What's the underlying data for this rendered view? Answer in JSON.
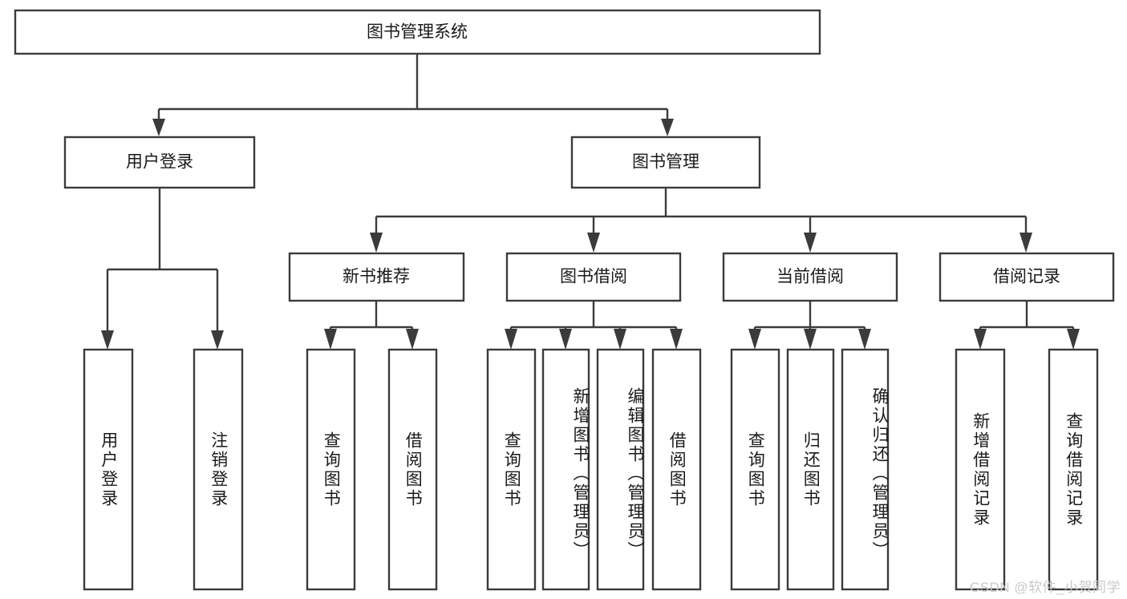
{
  "diagram": {
    "title": "图书管理系统",
    "type": "tree",
    "watermark": "CSDN @软件_小贺同学",
    "colors": {
      "stroke": "#3b3b3b",
      "box_fill": "#ffffff",
      "text": "#1a1a1a",
      "background": "#ffffff",
      "watermark": "#c9c9c9"
    },
    "nodes": {
      "root": {
        "label": "图书管理系统"
      },
      "level2": [
        {
          "label": "用户登录"
        },
        {
          "label": "图书管理"
        }
      ],
      "level3": [
        {
          "label": "新书推荐"
        },
        {
          "label": "图书借阅"
        },
        {
          "label": "当前借阅"
        },
        {
          "label": "借阅记录"
        }
      ],
      "leaves": {
        "user_login": [
          {
            "label": "用户登录"
          },
          {
            "label": "注销登录"
          }
        ],
        "new_book_recommend": [
          {
            "label": "查询图书"
          },
          {
            "label": "借阅图书"
          }
        ],
        "book_borrow": [
          {
            "label": "查询图书"
          },
          {
            "label": "新增图书（管理员）"
          },
          {
            "label": "编辑图书（管理员）"
          },
          {
            "label": "借阅图书"
          }
        ],
        "current_borrow": [
          {
            "label": "查询图书"
          },
          {
            "label": "归还图书"
          },
          {
            "label": "确认归还（管理员）"
          }
        ],
        "borrow_records": [
          {
            "label": "新增借阅记录"
          },
          {
            "label": "查询借阅记录"
          }
        ]
      }
    }
  }
}
